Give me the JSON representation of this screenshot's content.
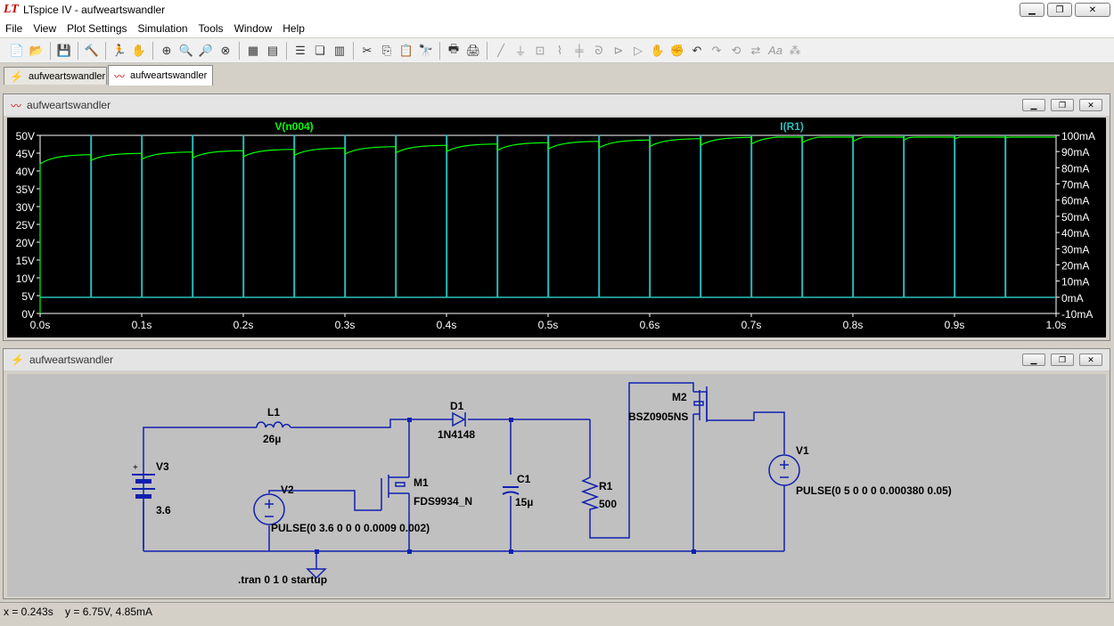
{
  "window": {
    "title": "LTspice IV - aufweartswandler",
    "app_icon": "LT"
  },
  "menu": [
    "File",
    "View",
    "Plot Settings",
    "Simulation",
    "Tools",
    "Window",
    "Help"
  ],
  "tabs": [
    {
      "label": "aufweartswandler",
      "icon": "schematic-icon",
      "active": false
    },
    {
      "label": "aufweartswandler",
      "icon": "waveform-icon",
      "active": true
    }
  ],
  "waveform_window": {
    "title": "aufweartswandler"
  },
  "schematic_window": {
    "title": "aufweartswandler"
  },
  "chart_data": {
    "type": "line",
    "background": "#000000",
    "series": [
      {
        "name": "V(n004)",
        "color": "#00ff00",
        "axis": "left"
      },
      {
        "name": "I(R1)",
        "color": "#2cbfbf",
        "axis": "right"
      }
    ],
    "x_ticks": [
      "0.0s",
      "0.1s",
      "0.2s",
      "0.3s",
      "0.4s",
      "0.5s",
      "0.6s",
      "0.7s",
      "0.8s",
      "0.9s",
      "1.0s"
    ],
    "y_left_ticks": [
      "50V",
      "45V",
      "40V",
      "35V",
      "30V",
      "25V",
      "20V",
      "15V",
      "10V",
      "5V",
      "0V"
    ],
    "y_right_ticks": [
      "100mA",
      "90mA",
      "80mA",
      "70mA",
      "60mA",
      "50mA",
      "40mA",
      "30mA",
      "20mA",
      "10mA",
      "0mA",
      "-10mA"
    ],
    "xlim": [
      0,
      1.0
    ],
    "ylim_left": [
      0,
      50
    ],
    "ylim_right": [
      -10,
      100
    ],
    "voltage_start_V": 42,
    "voltage_end_V": 49.5,
    "pulse_period_s": 0.05,
    "pulse_width_s": 0.00038,
    "load_on_current_mA": 100,
    "load_off_current_mA": 0
  },
  "schematic": {
    "components": [
      {
        "ref": "L1",
        "value": "26µ"
      },
      {
        "ref": "D1",
        "value": "1N4148"
      },
      {
        "ref": "C1",
        "value": "15µ"
      },
      {
        "ref": "R1",
        "value": "500"
      },
      {
        "ref": "M1",
        "value": "FDS9934_N"
      },
      {
        "ref": "M2",
        "value": "BSZ0905NS"
      },
      {
        "ref": "V3",
        "value": "3.6"
      },
      {
        "ref": "V2",
        "value": "PULSE(0 3.6 0 0 0 0.0009 0.002)"
      },
      {
        "ref": "V1",
        "value": "PULSE(0 5 0 0 0 0.000380 0.05)"
      }
    ],
    "directive": ".tran 0 1 0 startup",
    "plus_sign": "+"
  },
  "status": {
    "text": "x = 0.243s    y = 6.75V, 4.85mA"
  }
}
